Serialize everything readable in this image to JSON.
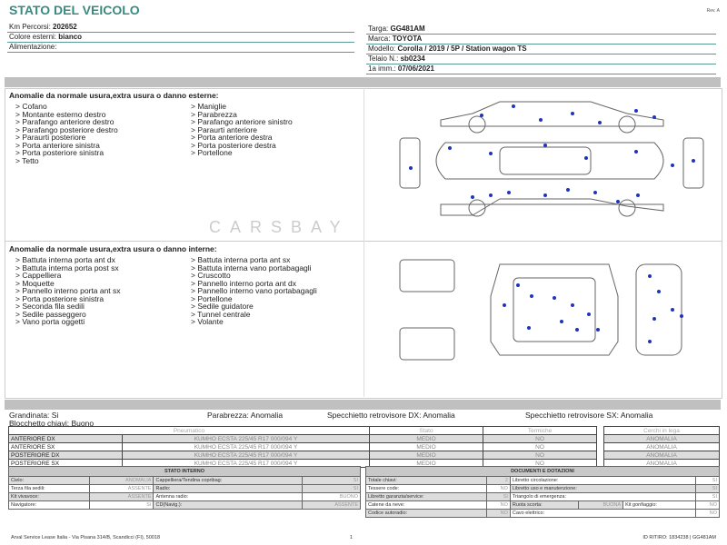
{
  "header": {
    "title": "STATO DEL VEICOLO",
    "rev": "Rev. A"
  },
  "left_fields": [
    {
      "label": "Km Percorsi:",
      "value": "202652"
    },
    {
      "label": "Colore esterni:",
      "value": "bianco"
    },
    {
      "label": "Alimentazione:",
      "value": ""
    }
  ],
  "right_fields": [
    {
      "label": "Targa:",
      "value": "GG481AM"
    },
    {
      "label": "Marca:",
      "value": "TOYOTA"
    },
    {
      "label": "Modello:",
      "value": "Corolla / 2019 / 5P / Station wagon TS"
    },
    {
      "label": "Telaio N.:",
      "value": "sb0234"
    },
    {
      "label": "1a imm.:",
      "value": "07/06/2021"
    }
  ],
  "external": {
    "title": "Anomalie da normale usura,extra usura o danno esterne:",
    "col1": [
      "> Cofano",
      "> Montante esterno destro",
      "> Parafango anteriore destro",
      "> Parafango posteriore destro",
      "> Paraurti posteriore",
      "> Porta anteriore sinistra",
      "> Porta posteriore sinistra",
      "> Tetto"
    ],
    "col2": [
      "> Maniglie",
      "> Parabrezza",
      "> Parafango anteriore sinistro",
      "> Paraurti anteriore",
      "> Porta anteriore destra",
      "> Porta posteriore destra",
      "> Portellone"
    ]
  },
  "internal": {
    "title": "Anomalie da normale usura,extra usura o danno interne:",
    "col1": [
      "> Battuta interna porta ant dx",
      "> Battuta interna porta post sx",
      "> Cappelliera",
      "> Moquette",
      "> Pannello interno porta ant sx",
      "> Porta posteriore sinistra",
      "> Seconda fila sedili",
      "> Sedile passeggero",
      "> Vano porta oggetti"
    ],
    "col2": [
      "> Battuta interna porta ant sx",
      "> Battuta interna vano portabagagli",
      "> Cruscotto",
      "> Pannello interno porta ant dx",
      "> Pannello interno vano portabagagli",
      "> Portellone",
      "> Sedile guidatore",
      "> Tunnel centrale",
      "> Volante"
    ]
  },
  "watermark": "CARSBAY",
  "status": {
    "grandinata": "Grandinata: Si",
    "parabrezza": "Parabrezza: Anomalia",
    "spec_dx": "Specchietto retrovisore DX: Anomalia",
    "spec_sx": "Specchietto retrovisore SX: Anomalia",
    "blocchetto": "Blocchetto chiavi: Buono"
  },
  "tyres": {
    "headers": [
      "Pneumatico",
      "Stato",
      "Termiche",
      "Cerchi in lega"
    ],
    "rows": [
      {
        "pos": "ANTERIORE DX",
        "tyre": "KUMHO ECSTA 225/45 R17 000/094 Y",
        "stato": "MEDIO",
        "termiche": "NO",
        "cerchi": "ANOMALIA"
      },
      {
        "pos": "ANTERIORE SX",
        "tyre": "KUMHO ECSTA 225/45 R17 000/094 Y",
        "stato": "MEDIO",
        "termiche": "NO",
        "cerchi": "ANOMALIA"
      },
      {
        "pos": "POSTERIORE DX",
        "tyre": "KUMHO ECSTA 225/45 R17 000/094 Y",
        "stato": "MEDIO",
        "termiche": "NO",
        "cerchi": "ANOMALIA"
      },
      {
        "pos": "POSTERIORE SX",
        "tyre": "KUMHO ECSTA 225/45 R17 000/094 Y",
        "stato": "MEDIO",
        "termiche": "NO",
        "cerchi": "ANOMALIA"
      }
    ]
  },
  "interno": {
    "title": "STATO INTERNO",
    "rows": [
      [
        "Cielo:",
        "ANOMALIA",
        "Cappelliera/Tendina copribag:",
        "SI"
      ],
      [
        "Terza fila sedili:",
        "ASSENTE",
        "Radio:",
        "SI"
      ],
      [
        "Kit vivavoce:",
        "ASSENTE",
        "Antenna radio:",
        "BUONO"
      ],
      [
        "Navigatore:",
        "SI",
        "CD(Navig.):",
        "ASSENTE"
      ]
    ]
  },
  "documenti": {
    "title": "DOCUMENTI E DOTAZIONI",
    "rows": [
      [
        "Totale chiavi:",
        "2",
        "Libretto circolazione:",
        "SI"
      ],
      [
        "Tessere code:",
        "NO",
        "Libretto uso e manutenzione:",
        "SI"
      ],
      [
        "Libretto garanzia/service:",
        "SI",
        "Triangolo di emergenza:",
        "SI"
      ],
      [
        "Catene da neve:",
        "NO",
        "Ruota scorta:",
        "BUONA",
        "Kit gonfiaggio:",
        "NO"
      ],
      [
        "Codice autoradio:",
        "NO",
        "Cavo elettrico:",
        "NO"
      ]
    ]
  },
  "footer": {
    "address": "Arval Service Lease Italia - Via Pisana 314/B, Scandicci (FI), 50018",
    "page": "1",
    "id": "ID RITIRO: 1834238 | GG481AM"
  }
}
